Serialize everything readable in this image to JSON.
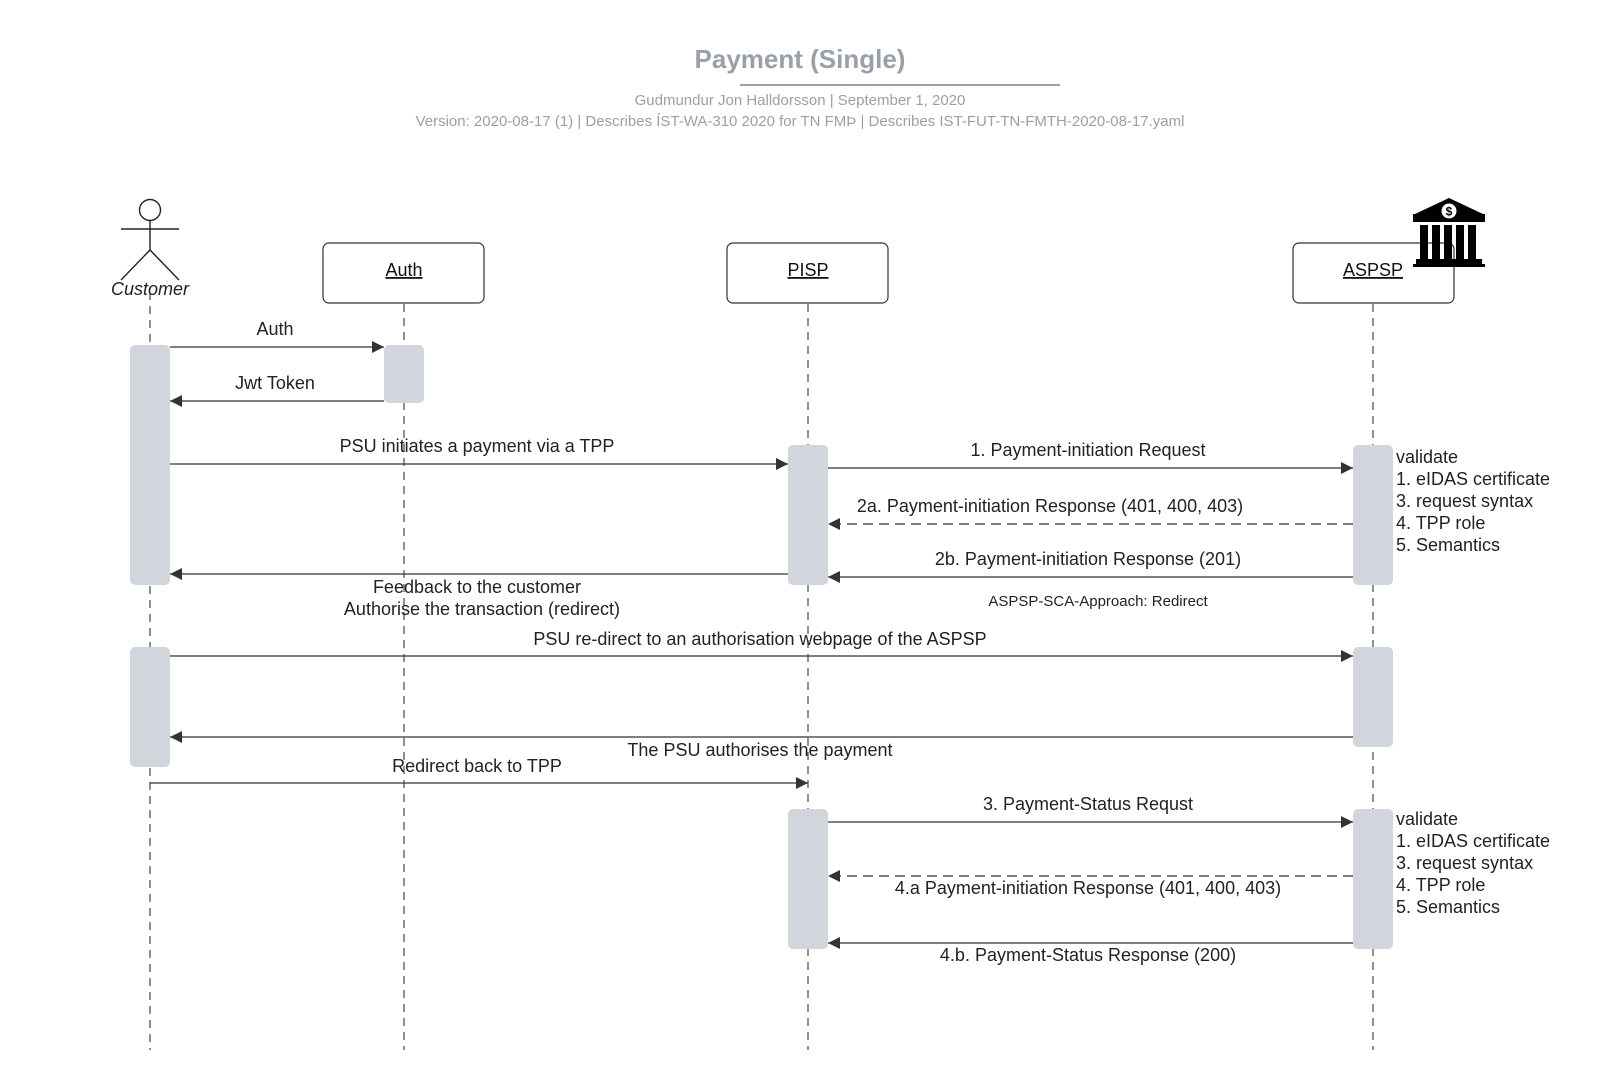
{
  "header": {
    "title": "Payment (Single)",
    "subtitle": "Gudmundur Jon Halldorsson  |  September 1, 2020",
    "version": "Version: 2020-08-17 (1) | Describes ÍST-WA-310 2020 for TN FMÞ | Describes IST-FUT-TN-FMTH-2020-08-17.yaml"
  },
  "participants": {
    "customer": "Customer",
    "auth": "Auth",
    "pisp": "PISP",
    "aspsp": "ASPSP"
  },
  "messages": {
    "auth": "Auth",
    "jwt_token": "Jwt Token",
    "psu_initiates": "PSU initiates a payment via a TPP",
    "m1": "1. Payment-initiation Request",
    "m2a": "2a. Payment-initiation Response (401, 400, 403)",
    "m2b": "2b. Payment-initiation Response (201)",
    "feedback_1": "Feedback to the customer",
    "feedback_2": "Authorise the transaction (redirect)",
    "sca_approach": "ASPSP-SCA-Approach: Redirect",
    "psu_redirect": "PSU re-direct to an authorisation webpage of the ASPSP",
    "psu_authorises": "The PSU authorises the payment",
    "redirect_back": "Redirect back to TPP",
    "m3": "3. Payment-Status Requst",
    "m4a": "4.a Payment-initiation Response (401, 400, 403)",
    "m4b": "4.b. Payment-Status Response (200)"
  },
  "notes": {
    "validate_1": [
      "validate",
      "1. eIDAS certificate",
      "3. request syntax",
      "4. TPP role",
      "5. Semantics"
    ],
    "validate_2": [
      "validate",
      "1. eIDAS certificate",
      "3. request syntax",
      "4. TPP role",
      "5. Semantics"
    ]
  },
  "colors": {
    "activation": "#d1d6dd",
    "line": "#333333",
    "header_text": "#9aa0a8"
  },
  "icons": {
    "bank": "bank-icon",
    "actor": "stick-figure-icon"
  }
}
